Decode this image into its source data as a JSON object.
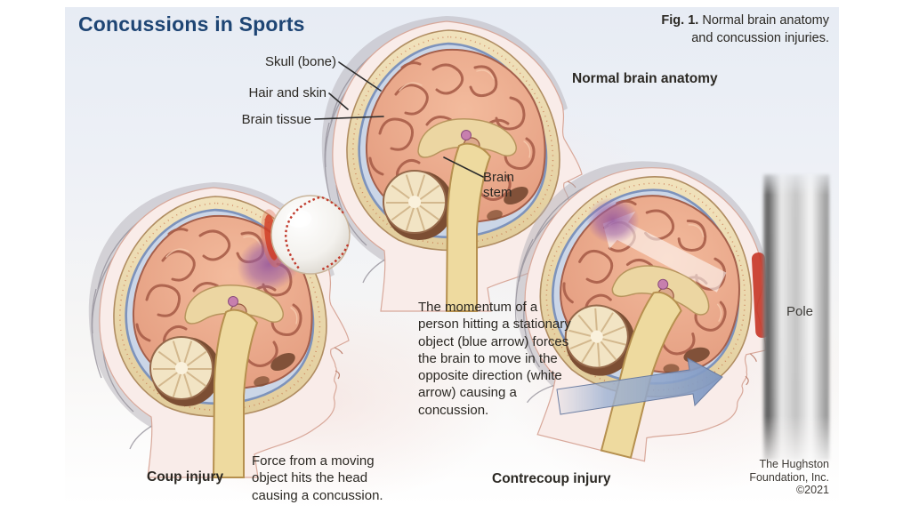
{
  "header": {
    "title": "Concussions in Sports"
  },
  "caption": {
    "fig_label": "Fig. 1.",
    "text_line1": "Normal brain anatomy",
    "text_line2": "and concussion injuries."
  },
  "anatomy_labels": {
    "skull": "Skull (bone)",
    "hair_skin": "Hair and skin",
    "brain_tissue": "Brain tissue",
    "brain_stem": "Brain stem",
    "normal_heading": "Normal brain anatomy"
  },
  "injuries": {
    "coup": {
      "title": "Coup injury",
      "description": "Force from a moving object hits the head causing a concussion."
    },
    "contrecoup": {
      "title": "Contrecoup injury",
      "description": "The momentum of a person hitting a stationary object (blue arrow) forces the brain to move in the opposite direction (white arrow) causing a concussion."
    }
  },
  "scene": {
    "pole_label": "Pole"
  },
  "credit": {
    "line1": "The Hughston",
    "line2": "Foundation, Inc.",
    "line3": "©2021"
  },
  "colors": {
    "title": "#1e4574",
    "text": "#2b2823",
    "panel-top": "#e7ecf4",
    "panel-bottom": "#ffffff",
    "momentum-arrow": "#8ba3cc",
    "impact-red": "#c63526",
    "bruise-purple": "#9a5fa5",
    "pole-gray": "#9c9c9c",
    "skin": "#f9ece9",
    "skull-bone": "#eddcb0",
    "brain": "#eba98e",
    "brain-stem": "#eeda9f"
  }
}
